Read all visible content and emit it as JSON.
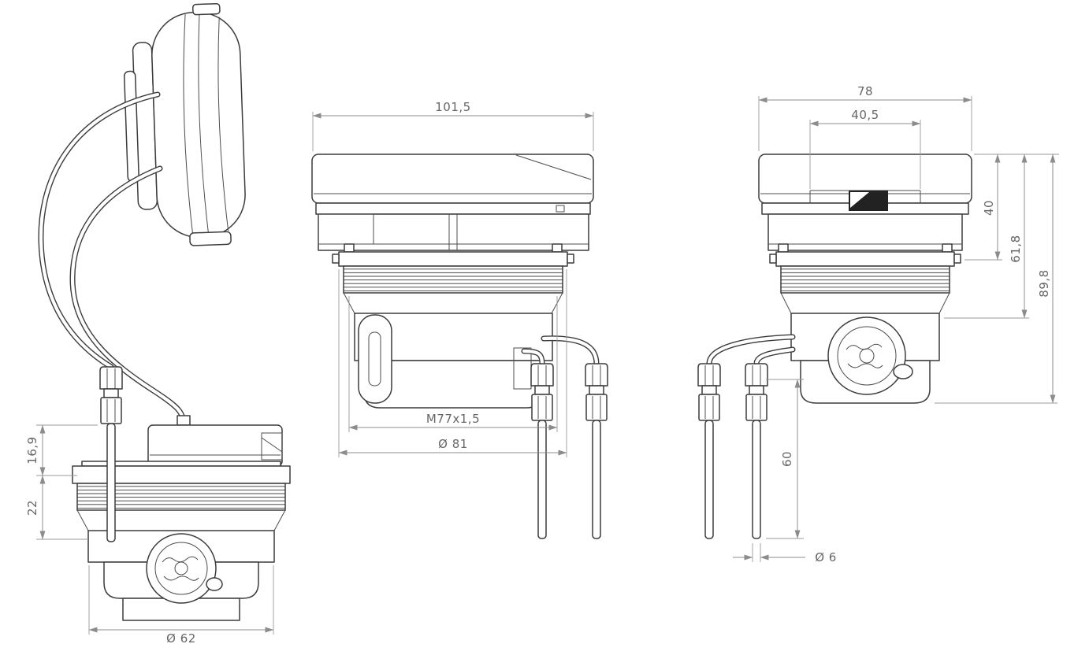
{
  "drawing": {
    "type": "technical-dimension-drawing",
    "views": {
      "left": {
        "label": "left-side-view",
        "dims": {
          "offset_top": "16,9",
          "offset_bottom": "22",
          "body_diameter": "Ø 62"
        }
      },
      "front": {
        "label": "front-view",
        "dims": {
          "overall_width": "101,5",
          "thread": "M77x1,5",
          "flange_diameter": "Ø 81"
        }
      },
      "side": {
        "label": "right-side-view",
        "dims": {
          "overall_width": "78",
          "lid_width": "40,5",
          "housing_height": "40",
          "mid_height": "61,8",
          "overall_height": "89,8",
          "probe_length": "60",
          "probe_diameter": "Ø 6"
        }
      }
    },
    "colors": {
      "line": "#3c3c3c",
      "dimension": "#8c8c8c",
      "text": "#666666",
      "background": "#ffffff"
    }
  }
}
